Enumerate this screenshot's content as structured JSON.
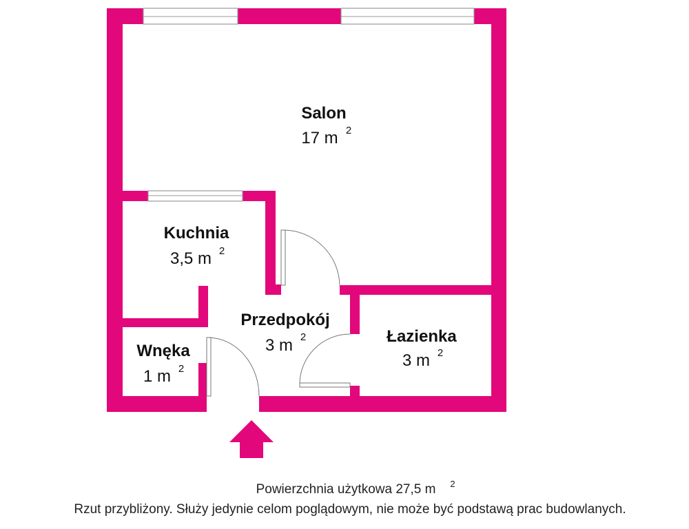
{
  "rooms": [
    {
      "name": "Salon",
      "area": "17 m",
      "unit_exp": "2"
    },
    {
      "name": "Kuchnia",
      "area": "3,5 m",
      "unit_exp": "2"
    },
    {
      "name": "Przedpokój",
      "area": "3 m",
      "unit_exp": "2"
    },
    {
      "name": "Łazienka",
      "area": "3 m",
      "unit_exp": "2"
    },
    {
      "name": "Wnęka",
      "area": "1 m",
      "unit_exp": "2"
    }
  ],
  "footer": {
    "usable_area": "Powierzchnia użytkowa 27,5 m",
    "usable_area_exp": "2",
    "disclaimer": "Rzut przybliżony. Służy jedynie celom poglądowym, nie może być podstawą prac budowlanych."
  },
  "colors": {
    "wall": "#e2077b"
  }
}
